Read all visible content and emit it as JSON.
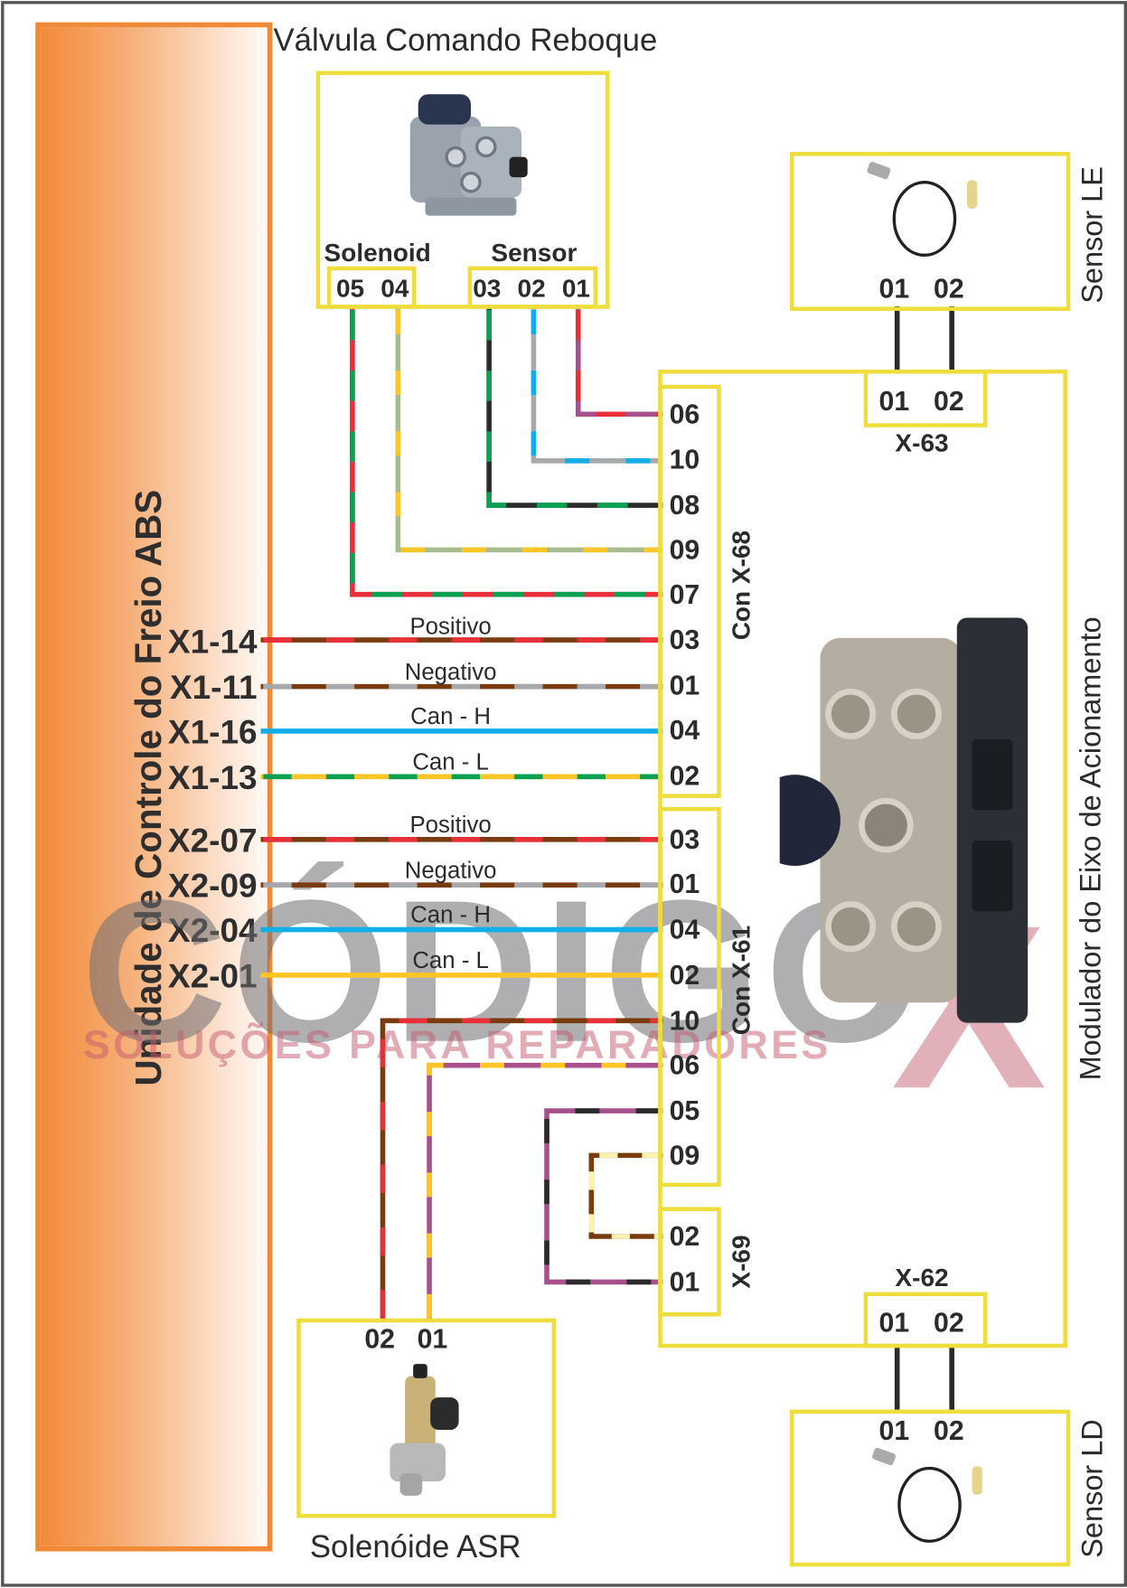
{
  "ecu": {
    "title": "Unidade de Controle do Freio ABS",
    "pins": [
      "X1-14",
      "X1-11",
      "X1-16",
      "X1-13",
      "X2-07",
      "X2-09",
      "X2-04",
      "X2-01"
    ]
  },
  "signals": [
    "Positivo",
    "Negativo",
    "Can - H",
    "Can - L",
    "Positivo",
    "Negativo",
    "Can - H",
    "Can - L"
  ],
  "trailer_valve": {
    "title": "Válvula Comando Reboque",
    "solenoid_label": "Solenoid",
    "sensor_label": "Sensor",
    "solenoid_pins": [
      "05",
      "04"
    ],
    "sensor_pins": [
      "03",
      "02",
      "01"
    ]
  },
  "sensor_le": {
    "title": "Sensor LE",
    "pins": [
      "01",
      "02"
    ]
  },
  "sensor_ld": {
    "title": "Sensor LD",
    "pins": [
      "01",
      "02"
    ]
  },
  "modulator": {
    "title": "Modulador do Eixo de Acionamento",
    "x63": {
      "label": "X-63",
      "pins": [
        "01",
        "02"
      ]
    },
    "x62": {
      "label": "X-62",
      "pins": [
        "01",
        "02"
      ]
    },
    "x68": {
      "label": "Con X-68",
      "pins": [
        "06",
        "10",
        "08",
        "09",
        "07",
        "03",
        "01",
        "04",
        "02"
      ]
    },
    "x61": {
      "label": "Con X-61",
      "pins": [
        "03",
        "01",
        "04",
        "02",
        "10",
        "06",
        "05",
        "09"
      ]
    },
    "x69": {
      "label": "X-69",
      "pins": [
        "02",
        "01"
      ]
    }
  },
  "asr": {
    "title": "Solenóide ASR",
    "pins": [
      "02",
      "01"
    ]
  },
  "watermark": {
    "brand": "CÓDIGO",
    "mark": "X",
    "tagline": "SOLUÇÕES PARA REPARADORES"
  },
  "colors": {
    "frame_yellow": "#eedd3c",
    "ecu_orange": "#f08a36",
    "brown": "#7a3c0e",
    "red": "#e8303a",
    "green": "#0aa252",
    "blue": "#12aee8",
    "yellow": "#fcc628",
    "gray": "#a7a9ac",
    "sage": "#a8bd8e",
    "purple": "#a8508e",
    "black": "#2b2b2b",
    "cream": "#fdf3b0"
  }
}
